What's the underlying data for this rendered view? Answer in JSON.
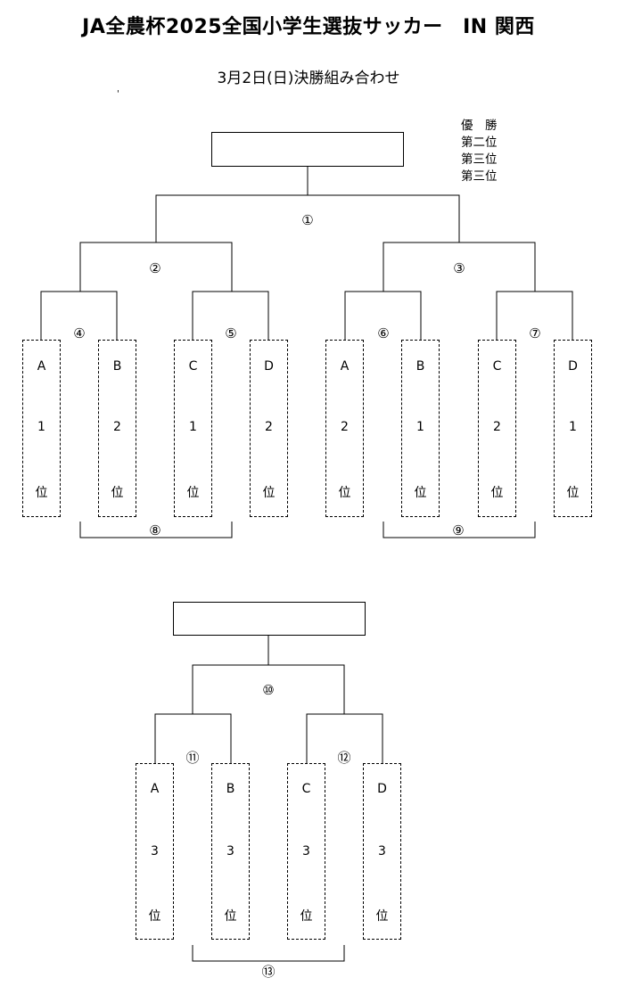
{
  "title": "JA全農杯2025全国小学生選抜サッカー　IN 関西",
  "subtitle": "3月2日(日)決勝組み合わせ",
  "stray_mark": "'",
  "ranks": [
    "優　勝",
    "第二位",
    "第三位",
    "第三位"
  ],
  "teams_main": [
    {
      "group": "A",
      "rank": "1",
      "suffix": "位"
    },
    {
      "group": "B",
      "rank": "2",
      "suffix": "位"
    },
    {
      "group": "C",
      "rank": "1",
      "suffix": "位"
    },
    {
      "group": "D",
      "rank": "2",
      "suffix": "位"
    },
    {
      "group": "A",
      "rank": "2",
      "suffix": "位"
    },
    {
      "group": "B",
      "rank": "1",
      "suffix": "位"
    },
    {
      "group": "C",
      "rank": "2",
      "suffix": "位"
    },
    {
      "group": "D",
      "rank": "1",
      "suffix": "位"
    }
  ],
  "teams_lower": [
    {
      "group": "A",
      "rank": "3",
      "suffix": "位"
    },
    {
      "group": "B",
      "rank": "3",
      "suffix": "位"
    },
    {
      "group": "C",
      "rank": "3",
      "suffix": "位"
    },
    {
      "group": "D",
      "rank": "3",
      "suffix": "位"
    }
  ],
  "matches": {
    "m1": "①",
    "m2": "②",
    "m3": "③",
    "m4": "④",
    "m5": "⑤",
    "m6": "⑥",
    "m7": "⑦",
    "m8": "⑧",
    "m9": "⑨",
    "m10": "⑩",
    "m11": "⑪",
    "m12": "⑫",
    "m13": "⑬"
  }
}
